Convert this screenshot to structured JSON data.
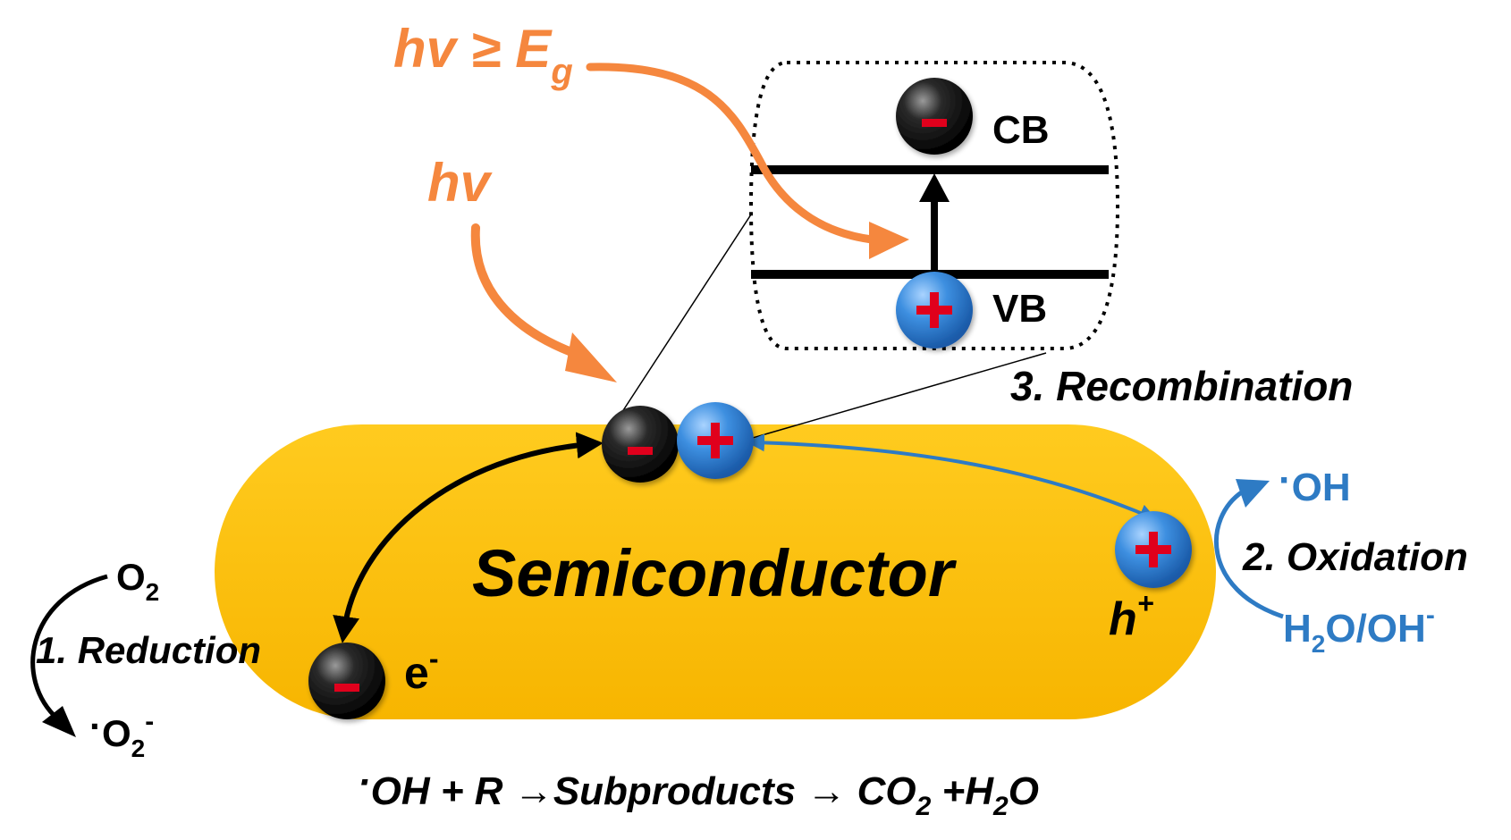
{
  "photon_high": {
    "base": "hv ≥ E",
    "sub": "g"
  },
  "photon": {
    "text": "hv"
  },
  "band": {
    "cb": "CB",
    "vb": "VB"
  },
  "body_label": "Semiconductor",
  "recombination": "3. Recombination",
  "oxidation": {
    "label": "2. Oxidation",
    "product": {
      "dot": "·",
      "text": "OH"
    },
    "reactant": {
      "h": "H",
      "sub": "2",
      "rest": "O/OH",
      "sup": "-"
    }
  },
  "reduction": {
    "label": "1. Reduction",
    "reactant": {
      "text": "O",
      "sub": "2"
    },
    "product": {
      "dot": "·",
      "text": "O",
      "sub": "2",
      "sup": "-"
    }
  },
  "carriers": {
    "electron": {
      "text": "e",
      "sup": "-"
    },
    "hole": {
      "text": "h",
      "sup": "+"
    },
    "minus_sign": "-",
    "plus_sign": "+"
  },
  "equation": {
    "dot": "·",
    "part1": "OH + R ",
    "arrow1": "→",
    "part2": "Subproducts ",
    "arrow2": "→",
    "part3": " CO",
    "sub1": "2",
    "part4": " +H",
    "sub2": "2",
    "part5": "O"
  },
  "colors": {
    "orange": "#f5873e",
    "gold": "#ffc000",
    "blue": "#2e7bc4",
    "black": "#000000",
    "red": "#e0001b"
  }
}
